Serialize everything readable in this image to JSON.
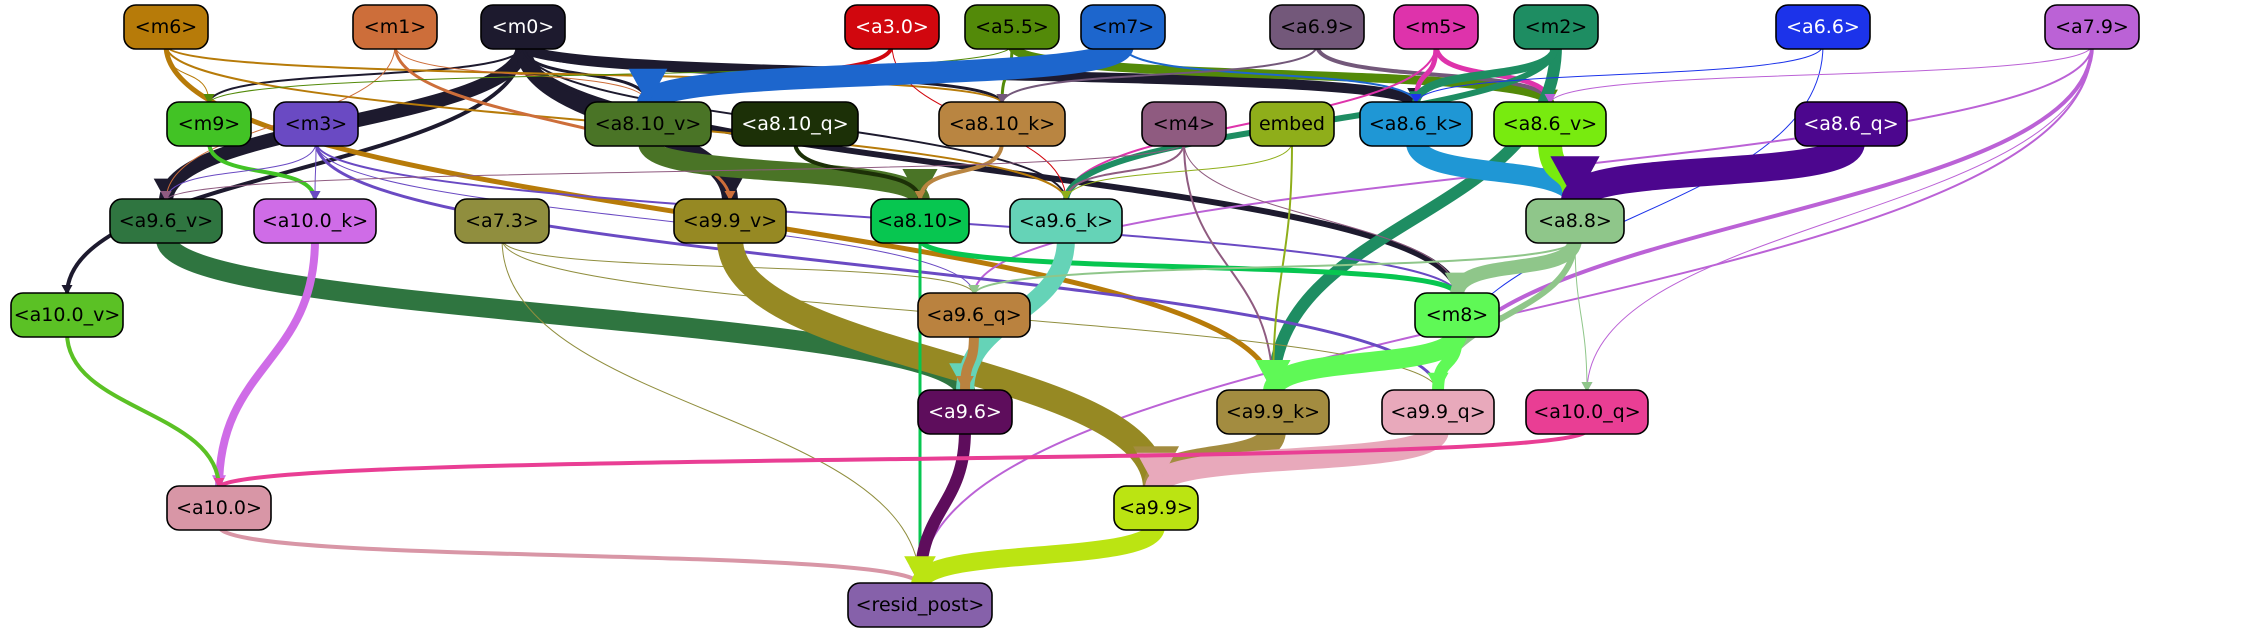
{
  "graph": {
    "nodes": [
      {
        "id": "m6",
        "label": "<m6>",
        "color": "#b77b09",
        "text_color": "#000000"
      },
      {
        "id": "m1",
        "label": "<m1>",
        "color": "#cd6e3a",
        "text_color": "#000000"
      },
      {
        "id": "m0",
        "label": "<m0>",
        "color": "#1d1a2e",
        "text_color": "#ffffff"
      },
      {
        "id": "a3_0",
        "label": "<a3.0>",
        "color": "#d1070e",
        "text_color": "#ffffff"
      },
      {
        "id": "a5_5",
        "label": "<a5.5>",
        "color": "#538a09",
        "text_color": "#000000"
      },
      {
        "id": "m7",
        "label": "<m7>",
        "color": "#1d66cd",
        "text_color": "#000000"
      },
      {
        "id": "a6_9",
        "label": "<a6.9>",
        "color": "#73587a",
        "text_color": "#000000"
      },
      {
        "id": "m5",
        "label": "<m5>",
        "color": "#de33ab",
        "text_color": "#000000"
      },
      {
        "id": "m2",
        "label": "<m2>",
        "color": "#1e8d62",
        "text_color": "#000000"
      },
      {
        "id": "a6_6",
        "label": "<a6.6>",
        "color": "#1c33ea",
        "text_color": "#ffffff"
      },
      {
        "id": "a7_9",
        "label": "<a7.9>",
        "color": "#bb62d6",
        "text_color": "#000000"
      },
      {
        "id": "m9",
        "label": "<m9>",
        "color": "#42c325",
        "text_color": "#000000"
      },
      {
        "id": "m3",
        "label": "<m3>",
        "color": "#6a4ac3",
        "text_color": "#000000"
      },
      {
        "id": "a8_10_v",
        "label": "<a8.10_v>",
        "color": "#4a7426",
        "text_color": "#000000"
      },
      {
        "id": "a8_10_q",
        "label": "<a8.10_q>",
        "color": "#1c3007",
        "text_color": "#ffffff"
      },
      {
        "id": "a8_10_k",
        "label": "<a8.10_k>",
        "color": "#b98541",
        "text_color": "#000000"
      },
      {
        "id": "m4",
        "label": "<m4>",
        "color": "#8f5b80",
        "text_color": "#000000"
      },
      {
        "id": "embed",
        "label": "embed",
        "color": "#8fae1a",
        "text_color": "#000000"
      },
      {
        "id": "a8_6_k",
        "label": "<a8.6_k>",
        "color": "#1f97d5",
        "text_color": "#000000"
      },
      {
        "id": "a8_6_v",
        "label": "<a8.6_v>",
        "color": "#78eb0f",
        "text_color": "#000000"
      },
      {
        "id": "a8_6_q",
        "label": "<a8.6_q>",
        "color": "#4c068e",
        "text_color": "#ffffff"
      },
      {
        "id": "a9_6_v",
        "label": "<a9.6_v>",
        "color": "#2f7540",
        "text_color": "#000000"
      },
      {
        "id": "a10_0_k",
        "label": "<a10.0_k>",
        "color": "#cf6ce7",
        "text_color": "#000000"
      },
      {
        "id": "a7_3",
        "label": "<a7.3>",
        "color": "#908e3e",
        "text_color": "#000000"
      },
      {
        "id": "a9_9_v",
        "label": "<a9.9_v>",
        "color": "#968923",
        "text_color": "#000000"
      },
      {
        "id": "a8_10",
        "label": "<a8.10>",
        "color": "#07c650",
        "text_color": "#000000"
      },
      {
        "id": "a9_6_k",
        "label": "<a9.6_k>",
        "color": "#65d3b7",
        "text_color": "#000000"
      },
      {
        "id": "a8_8",
        "label": "<a8.8>",
        "color": "#8fc68a",
        "text_color": "#000000"
      },
      {
        "id": "a10_0_v",
        "label": "<a10.0_v>",
        "color": "#5bc125",
        "text_color": "#000000"
      },
      {
        "id": "a9_6_q",
        "label": "<a9.6_q>",
        "color": "#ba823f",
        "text_color": "#000000"
      },
      {
        "id": "m8",
        "label": "<m8>",
        "color": "#5ff956",
        "text_color": "#000000"
      },
      {
        "id": "a9_6",
        "label": "<a9.6>",
        "color": "#5e0d5c",
        "text_color": "#ffffff"
      },
      {
        "id": "a9_9_k",
        "label": "<a9.9_k>",
        "color": "#a38c40",
        "text_color": "#000000"
      },
      {
        "id": "a9_9_q",
        "label": "<a9.9_q>",
        "color": "#e8a9bb",
        "text_color": "#000000"
      },
      {
        "id": "a10_0_q",
        "label": "<a10.0_q>",
        "color": "#e93e94",
        "text_color": "#000000"
      },
      {
        "id": "a10_0",
        "label": "<a10.0>",
        "color": "#d896a6",
        "text_color": "#000000"
      },
      {
        "id": "a9_9",
        "label": "<a9.9>",
        "color": "#bbe412",
        "text_color": "#000000"
      },
      {
        "id": "resid_post",
        "label": "<resid_post>",
        "color": "#8661aa",
        "text_color": "#000000"
      }
    ],
    "edges": [
      {
        "from": "m0",
        "to": "a9_6_v",
        "color": "#1d1a2e",
        "width": 14
      },
      {
        "from": "m0",
        "to": "a8_10_k",
        "color": "#1d1a2e",
        "width": 3
      },
      {
        "from": "m0",
        "to": "a8_6_k",
        "color": "#1d1a2e",
        "width": 10
      },
      {
        "from": "m0",
        "to": "a9_9_v",
        "color": "#1d1a2e",
        "width": 16
      },
      {
        "from": "m0",
        "to": "m8",
        "color": "#1d1a2e",
        "width": 6
      },
      {
        "from": "m0",
        "to": "a10_0_v",
        "color": "#1d1a2e",
        "width": 4
      },
      {
        "from": "m0",
        "to": "a8_10_v",
        "color": "#1d1a2e",
        "width": 3
      },
      {
        "from": "m0",
        "to": "m9",
        "color": "#1d1a2e",
        "width": 2
      },
      {
        "from": "m0",
        "to": "a9_6_k",
        "color": "#1d1a2e",
        "width": 2
      },
      {
        "from": "m6",
        "to": "a9_9_k",
        "color": "#b77b09",
        "width": 5
      },
      {
        "from": "m6",
        "to": "a8_10_k",
        "color": "#b77b09",
        "width": 2
      },
      {
        "from": "m6",
        "to": "m9",
        "color": "#b77b09",
        "width": 1
      },
      {
        "from": "m6",
        "to": "a9_6_k",
        "color": "#b77b09",
        "width": 2
      },
      {
        "from": "m1",
        "to": "a9_9_v",
        "color": "#cd6e3a",
        "width": 3
      },
      {
        "from": "m1",
        "to": "a9_6_v",
        "color": "#cd6e3a",
        "width": 1
      },
      {
        "from": "m1",
        "to": "a8_10_v",
        "color": "#cd6e3a",
        "width": 1
      },
      {
        "from": "a3_0",
        "to": "a8_10_v",
        "color": "#d1070e",
        "width": 4
      },
      {
        "from": "a3_0",
        "to": "a9_6_k",
        "color": "#d1070e",
        "width": 1
      },
      {
        "from": "a5_5",
        "to": "a8_10_k",
        "color": "#538a09",
        "width": 3
      },
      {
        "from": "a5_5",
        "to": "a8_6_v",
        "color": "#538a09",
        "width": 9
      },
      {
        "from": "a5_5",
        "to": "m9",
        "color": "#538a09",
        "width": 1
      },
      {
        "from": "m7",
        "to": "a8_10_v",
        "color": "#1d66cd",
        "width": 22
      },
      {
        "from": "m7",
        "to": "a8_6_k",
        "color": "#1d66cd",
        "width": 2
      },
      {
        "from": "a6_9",
        "to": "a8_6_v",
        "color": "#73587a",
        "width": 4
      },
      {
        "from": "a6_9",
        "to": "a8_10_k",
        "color": "#73587a",
        "width": 2
      },
      {
        "from": "m5",
        "to": "a8_6_k",
        "color": "#de33ab",
        "width": 5
      },
      {
        "from": "m5",
        "to": "a8_6_v",
        "color": "#de33ab",
        "width": 5
      },
      {
        "from": "m5",
        "to": "a9_6_k",
        "color": "#de33ab",
        "width": 2
      },
      {
        "from": "m2",
        "to": "a9_9_k",
        "color": "#1e8d62",
        "width": 12
      },
      {
        "from": "m2",
        "to": "a8_6_k",
        "color": "#1e8d62",
        "width": 8
      },
      {
        "from": "m2",
        "to": "a9_6_k",
        "color": "#1e8d62",
        "width": 6
      },
      {
        "from": "a6_6",
        "to": "a8_6_k",
        "color": "#1c33ea",
        "width": 1
      },
      {
        "from": "a6_6",
        "to": "a9_9_q",
        "color": "#1c33ea",
        "width": 1
      },
      {
        "from": "a7_9",
        "to": "a9_9_q",
        "color": "#bb62d6",
        "width": 4
      },
      {
        "from": "a7_9",
        "to": "resid_post",
        "color": "#bb62d6",
        "width": 2
      },
      {
        "from": "a7_9",
        "to": "a10_0_q",
        "color": "#bb62d6",
        "width": 1
      },
      {
        "from": "a7_9",
        "to": "a9_6_q",
        "color": "#bb62d6",
        "width": 2
      },
      {
        "from": "a7_9",
        "to": "a8_6_v",
        "color": "#bb62d6",
        "width": 1
      },
      {
        "from": "m9",
        "to": "a10_0_k",
        "color": "#42c325",
        "width": 4
      },
      {
        "from": "m3",
        "to": "a9_9_q",
        "color": "#6a4ac3",
        "width": 3
      },
      {
        "from": "m3",
        "to": "a9_6_v",
        "color": "#6a4ac3",
        "width": 1
      },
      {
        "from": "m3",
        "to": "a10_0_k",
        "color": "#6a4ac3",
        "width": 1
      },
      {
        "from": "m3",
        "to": "m8",
        "color": "#6a4ac3",
        "width": 2
      },
      {
        "from": "m3",
        "to": "a9_6_q",
        "color": "#6a4ac3",
        "width": 1
      },
      {
        "from": "a8_10_v",
        "to": "a8_10",
        "color": "#4a7426",
        "width": 20
      },
      {
        "from": "a8_10_q",
        "to": "a8_10",
        "color": "#1c3007",
        "width": 4
      },
      {
        "from": "a8_10_k",
        "to": "a8_10",
        "color": "#b98541",
        "width": 4
      },
      {
        "from": "m4",
        "to": "a9_9_k",
        "color": "#8f5b80",
        "width": 2
      },
      {
        "from": "m4",
        "to": "a9_6_k",
        "color": "#8f5b80",
        "width": 2
      },
      {
        "from": "m4",
        "to": "m8",
        "color": "#8f5b80",
        "width": 1
      },
      {
        "from": "m4",
        "to": "a9_6_v",
        "color": "#8f5b80",
        "width": 1
      },
      {
        "from": "embed",
        "to": "a9_9_k",
        "color": "#8fae1a",
        "width": 2
      },
      {
        "from": "embed",
        "to": "a9_6_k",
        "color": "#8fae1a",
        "width": 1
      },
      {
        "from": "a8_6_k",
        "to": "a8_8",
        "color": "#1f97d5",
        "width": 20
      },
      {
        "from": "a8_6_v",
        "to": "a8_8",
        "color": "#78eb0f",
        "width": 24
      },
      {
        "from": "a8_6_q",
        "to": "a8_8",
        "color": "#4c068e",
        "width": 28
      },
      {
        "from": "a9_6_v",
        "to": "a9_6",
        "color": "#2f7540",
        "width": 20
      },
      {
        "from": "a10_0_k",
        "to": "a10_0",
        "color": "#cf6ce7",
        "width": 8
      },
      {
        "from": "a7_3",
        "to": "a9_9_q",
        "color": "#908e3e",
        "width": 1
      },
      {
        "from": "a7_3",
        "to": "resid_post",
        "color": "#908e3e",
        "width": 1
      },
      {
        "from": "a7_3",
        "to": "a9_6_q",
        "color": "#908e3e",
        "width": 1
      },
      {
        "from": "a9_9_v",
        "to": "a9_9",
        "color": "#968923",
        "width": 26
      },
      {
        "from": "a8_10",
        "to": "m8",
        "color": "#07c650",
        "width": 5
      },
      {
        "from": "a8_10",
        "to": "resid_post",
        "color": "#07c650",
        "width": 3
      },
      {
        "from": "a9_6_k",
        "to": "a9_6",
        "color": "#65d3b7",
        "width": 18
      },
      {
        "from": "a8_8",
        "to": "m8",
        "color": "#8fc68a",
        "width": 14
      },
      {
        "from": "a8_8",
        "to": "a9_9_q",
        "color": "#8fc68a",
        "width": 6
      },
      {
        "from": "a8_8",
        "to": "a10_0_q",
        "color": "#8fc68a",
        "width": 1
      },
      {
        "from": "a8_8",
        "to": "a9_6_q",
        "color": "#8fc68a",
        "width": 2
      },
      {
        "from": "a10_0_v",
        "to": "a10_0",
        "color": "#5bc125",
        "width": 4
      },
      {
        "from": "a9_6_q",
        "to": "a9_6",
        "color": "#ba823f",
        "width": 10
      },
      {
        "from": "m8",
        "to": "a9_9_k",
        "color": "#5ff956",
        "width": 20
      },
      {
        "from": "m8",
        "to": "a9_9_q",
        "color": "#5ff956",
        "width": 12
      },
      {
        "from": "a9_6",
        "to": "resid_post",
        "color": "#5e0d5c",
        "width": 12
      },
      {
        "from": "a9_9_k",
        "to": "a9_9",
        "color": "#a38c40",
        "width": 26
      },
      {
        "from": "a9_9_q",
        "to": "a9_9",
        "color": "#e8a9bb",
        "width": 22
      },
      {
        "from": "a10_0_q",
        "to": "a10_0",
        "color": "#e93e94",
        "width": 4
      },
      {
        "from": "a10_0",
        "to": "resid_post",
        "color": "#d896a6",
        "width": 4
      },
      {
        "from": "a9_9",
        "to": "resid_post",
        "color": "#bbe412",
        "width": 18
      }
    ]
  }
}
